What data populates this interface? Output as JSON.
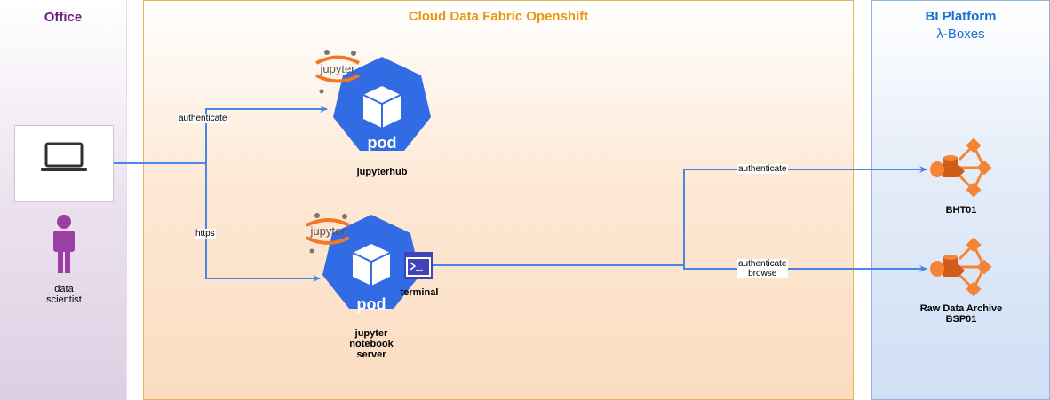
{
  "zones": {
    "office": {
      "title": "Office"
    },
    "cdf": {
      "title": "Cloud Data Fabric Openshift"
    },
    "bi": {
      "title": "BI Platform",
      "subtitle": "λ-Boxes"
    }
  },
  "nodes": {
    "user": {
      "caption": "data\nscientist"
    },
    "jupyterhub": {
      "pod_label": "pod",
      "caption": "jupyterhub",
      "logo_text": "jupyter"
    },
    "notebook": {
      "pod_label": "pod",
      "caption": "jupyter\nnotebook\nserver",
      "logo_text": "jupyter"
    },
    "terminal": {
      "caption": "terminal"
    },
    "bht01": {
      "caption": "BHT01"
    },
    "bsp01": {
      "caption": "Raw Data Archive\nBSP01"
    }
  },
  "edges": {
    "auth_hub": "authenticate",
    "https_nb": "https",
    "auth_bht": "authenticate",
    "auth_bsp_1": "authenticate",
    "auth_bsp_2": "browse"
  },
  "colors": {
    "pod": "#326ce5",
    "arrow": "#4a86e8",
    "jupyter_orange": "#f37726",
    "data_icon": "#f58536",
    "person": "#9b3fa5",
    "terminal": "#3f44b8"
  },
  "icons": [
    "laptop-icon",
    "person-icon",
    "kubernetes-pod-icon",
    "jupyter-logo-icon",
    "terminal-icon",
    "data-pipeline-icon"
  ]
}
